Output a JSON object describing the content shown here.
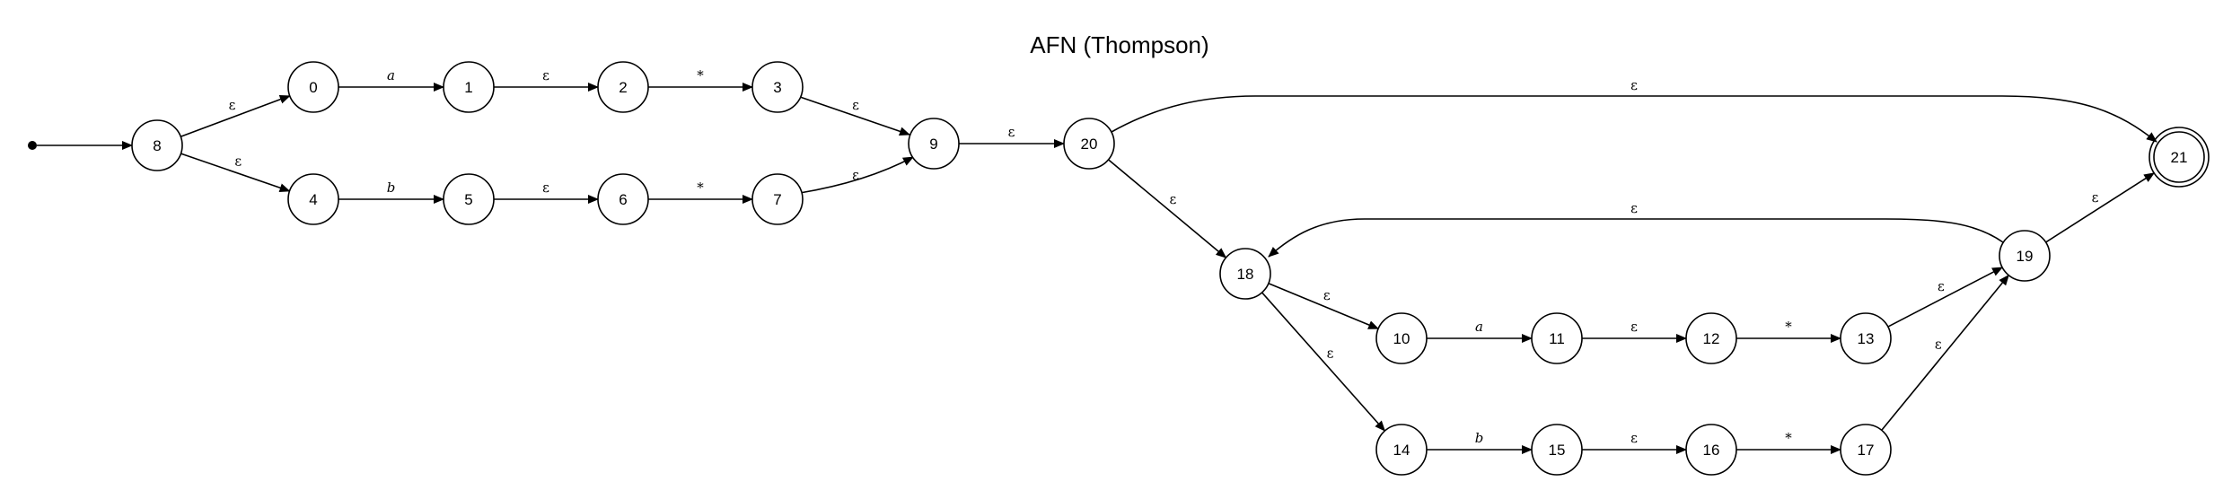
{
  "title": "AFN (Thompson)",
  "states": [
    {
      "id": "0",
      "label": "0"
    },
    {
      "id": "1",
      "label": "1"
    },
    {
      "id": "2",
      "label": "2"
    },
    {
      "id": "3",
      "label": "3"
    },
    {
      "id": "4",
      "label": "4"
    },
    {
      "id": "5",
      "label": "5"
    },
    {
      "id": "6",
      "label": "6"
    },
    {
      "id": "7",
      "label": "7"
    },
    {
      "id": "8",
      "label": "8"
    },
    {
      "id": "9",
      "label": "9"
    },
    {
      "id": "10",
      "label": "10"
    },
    {
      "id": "11",
      "label": "11"
    },
    {
      "id": "12",
      "label": "12"
    },
    {
      "id": "13",
      "label": "13"
    },
    {
      "id": "14",
      "label": "14"
    },
    {
      "id": "15",
      "label": "15"
    },
    {
      "id": "16",
      "label": "16"
    },
    {
      "id": "17",
      "label": "17"
    },
    {
      "id": "18",
      "label": "18"
    },
    {
      "id": "19",
      "label": "19"
    },
    {
      "id": "20",
      "label": "20"
    },
    {
      "id": "21",
      "label": "21",
      "accepting": true
    }
  ],
  "start_state": "8",
  "transitions": [
    {
      "from": "8",
      "to": "0",
      "label": "ε"
    },
    {
      "from": "8",
      "to": "4",
      "label": "ε"
    },
    {
      "from": "0",
      "to": "1",
      "label": "a"
    },
    {
      "from": "1",
      "to": "2",
      "label": "ε"
    },
    {
      "from": "2",
      "to": "3",
      "label": "*"
    },
    {
      "from": "4",
      "to": "5",
      "label": "b"
    },
    {
      "from": "5",
      "to": "6",
      "label": "ε"
    },
    {
      "from": "6",
      "to": "7",
      "label": "*"
    },
    {
      "from": "3",
      "to": "9",
      "label": "ε"
    },
    {
      "from": "7",
      "to": "9",
      "label": "ε"
    },
    {
      "from": "9",
      "to": "20",
      "label": "ε"
    },
    {
      "from": "20",
      "to": "21",
      "label": "ε"
    },
    {
      "from": "20",
      "to": "18",
      "label": "ε"
    },
    {
      "from": "19",
      "to": "18",
      "label": "ε"
    },
    {
      "from": "19",
      "to": "21",
      "label": "ε"
    },
    {
      "from": "18",
      "to": "10",
      "label": "ε"
    },
    {
      "from": "18",
      "to": "14",
      "label": "ε"
    },
    {
      "from": "10",
      "to": "11",
      "label": "a"
    },
    {
      "from": "11",
      "to": "12",
      "label": "ε"
    },
    {
      "from": "12",
      "to": "13",
      "label": "*"
    },
    {
      "from": "14",
      "to": "15",
      "label": "b"
    },
    {
      "from": "15",
      "to": "16",
      "label": "ε"
    },
    {
      "from": "16",
      "to": "17",
      "label": "*"
    },
    {
      "from": "13",
      "to": "19",
      "label": "ε"
    },
    {
      "from": "17",
      "to": "19",
      "label": "ε"
    }
  ]
}
